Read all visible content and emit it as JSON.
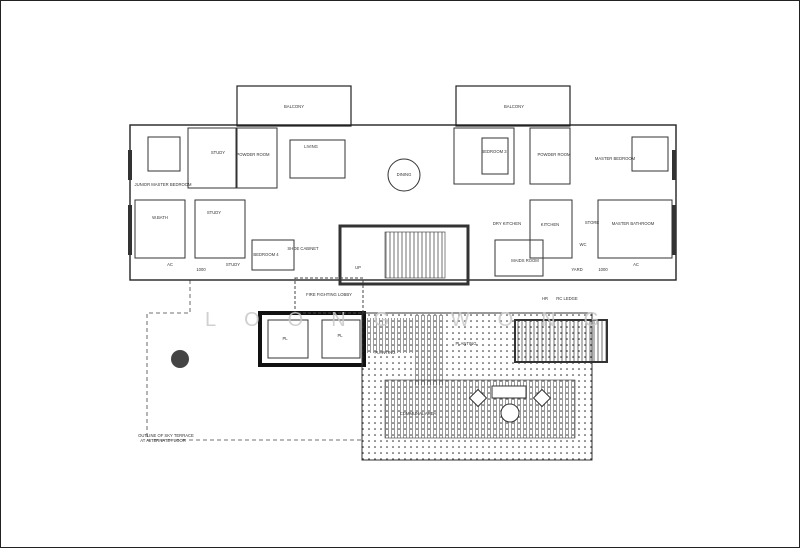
{
  "plan": {
    "rooms": {
      "balcony_left": "BALCONY",
      "balcony_right": "BALCONY",
      "study_top": "STUDY",
      "powder_room_left": "POWDER ROOM",
      "living": "LIVING",
      "dining": "DINING",
      "junior_master_bedroom": "JUNIOR MASTER BEDROOM",
      "wbath": "W.BATH",
      "study_mid": "STUDY",
      "bedroom_4": "BEDROOM 4",
      "shoe_cabinet": "SHOE CABINET",
      "ac_left": "AC",
      "dim_left": "1000",
      "study_bottom": "STUDY",
      "bedroom_3": "BEDROOM 3",
      "powder_room_right": "POWDER ROOM",
      "master_bedroom": "MASTER BEDROOM",
      "dry_kitchen": "DRY KITCHEN",
      "kitchen": "KITCHEN",
      "store": "STORE",
      "master_bathroom": "MASTER BATHROOM",
      "maids_room": "MAIDS ROOM",
      "wc": "WC",
      "yard": "YARD",
      "ac_right": "AC",
      "dim_right": "1000",
      "fire_fighting_lobby": "FIRE FIGHTING LOBBY",
      "hr": "HR",
      "rc_ledge": "RC LEDGE",
      "pl_1": "PL",
      "pl_2": "PL",
      "planting_1": "PLANTING",
      "planting_2": "PLANTING",
      "communal_area": "COMMUNAL AREA",
      "sky_terrace_note_1": "OUTLINE OF SKY TERRACE",
      "sky_terrace_note_2": "AT ALTERNATE FLOOR",
      "up": "UP"
    },
    "watermark": "LOONG WONG"
  }
}
